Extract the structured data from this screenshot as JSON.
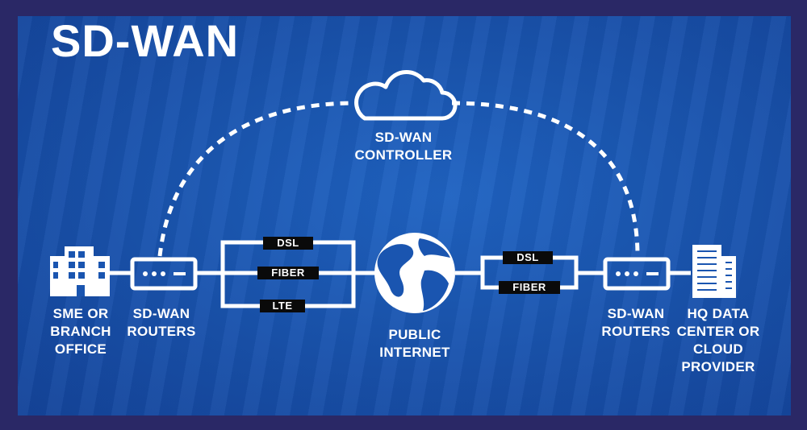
{
  "title": "SD-WAN",
  "controller": {
    "label": "SD-WAN\nCONTROLLER"
  },
  "left": {
    "office_label": "SME OR\nBRANCH\nOFFICE",
    "router_label": "SD-WAN\nROUTERS",
    "links": [
      "DSL",
      "FIBER",
      "LTE"
    ]
  },
  "center": {
    "internet_label": "PUBLIC\nINTERNET"
  },
  "right": {
    "router_label": "SD-WAN\nROUTERS",
    "datacenter_label": "HQ DATA\nCENTER OR\nCLOUD\nPROVIDER",
    "links": [
      "DSL",
      "FIBER"
    ]
  },
  "icons": [
    "building-icon",
    "router-icon",
    "cloud-icon",
    "globe-icon",
    "datacenter-icon"
  ],
  "colors": {
    "background": "#1a55b0",
    "border": "#2a2866",
    "line": "#ffffff",
    "tag_bg": "#0a0a0a"
  }
}
